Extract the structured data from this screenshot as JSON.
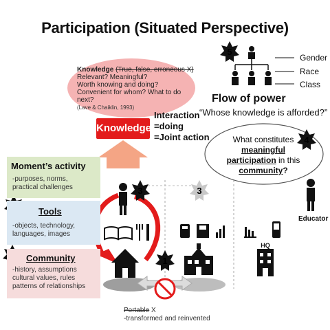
{
  "title": "Participation (Situated Perspective)",
  "knowledge_bubble": {
    "heading": "Knowledge",
    "struck": "(True, false, erroneous X)",
    "lines": [
      "Relevant? Meaningful?",
      "Worth knowing and doing?",
      "Convenient for whom? What to do next?"
    ],
    "citation": "(Lave & Chaiklin, 1993)"
  },
  "knowledge_button": "Knowledge",
  "interaction": {
    "line1": "Interaction",
    "line2": "=doing",
    "line3": "=Joint action"
  },
  "flow_of_power": {
    "title": "Flow of power",
    "question": "“Whose knowledge is afforded?”",
    "categories": [
      "Gender",
      "Race",
      "Class"
    ]
  },
  "thought_bubble": {
    "line1": "What constitutes",
    "meaningful": "meaningful",
    "participation": "participation",
    "in_this": " in this",
    "community": "community",
    "q": "?"
  },
  "educator_label": "Educator",
  "panels": {
    "moment": {
      "heading": "Moment’s activity",
      "body": [
        "-purposes, norms,",
        "practical challenges"
      ]
    },
    "tools": {
      "heading": "Tools",
      "body": [
        "-objects, technology,",
        "languages, images"
      ]
    },
    "community": {
      "heading": "Community",
      "body": [
        "-history, assumptions",
        "cultural values, rules",
        "patterns of relationships"
      ]
    }
  },
  "badges": [
    "1",
    "2",
    "3",
    "3",
    "4",
    "5",
    "6"
  ],
  "hq_label": "HQ",
  "portable": {
    "struck": "Portable",
    "x": "X",
    "line2": "-transformed and reinvented"
  },
  "colors": {
    "accent_red": "#e31b1b",
    "bubble_pink": "#f5b3b3",
    "panel_green": "#dce9c8",
    "panel_blue": "#dbe8f3",
    "panel_pink": "#f6dcdc",
    "arrow_orange": "#f4a585"
  }
}
